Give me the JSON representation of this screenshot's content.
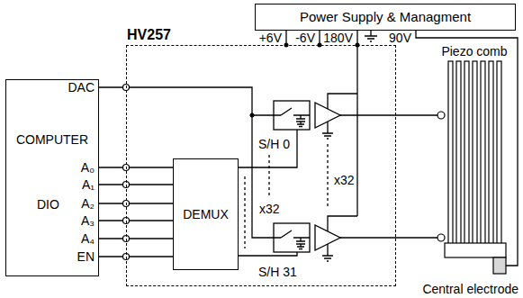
{
  "diagram": {
    "nodes": [
      {
        "text": [
          "Power Supply & Managment"
        ]
      },
      {
        "text": [
          "DAC",
          "COMPUTER",
          "DIO"
        ]
      },
      {
        "text": [
          "HV257"
        ]
      },
      {
        "text": [
          "DEMUX"
        ],
        "in": 2
      }
    ],
    "edges": [
      {
        "from": 0,
        "to": 2,
        "label": "+6V",
        "arrow": "none"
      },
      {
        "from": 0,
        "to": 2,
        "label": "-6V",
        "arrow": "none"
      },
      {
        "from": 0,
        "to": 2,
        "label": "180V",
        "arrow": "none"
      },
      {
        "from": 1,
        "to": 3,
        "label": "A₀",
        "arrow": "none"
      },
      {
        "from": 1,
        "to": 3,
        "label": "A₁",
        "arrow": "none"
      },
      {
        "from": 1,
        "to": 3,
        "label": "A₂",
        "arrow": "none"
      },
      {
        "from": 1,
        "to": 3,
        "label": "A₃",
        "arrow": "none"
      },
      {
        "from": 1,
        "to": 3,
        "label": "A₄",
        "arrow": "none"
      },
      {
        "from": 1,
        "to": 3,
        "label": "EN",
        "arrow": "none"
      }
    ],
    "labels": [
      "90V",
      "Piezo comb",
      "S/H 0",
      "x32",
      "S/H 31",
      "x32",
      "Central electrode"
    ]
  }
}
